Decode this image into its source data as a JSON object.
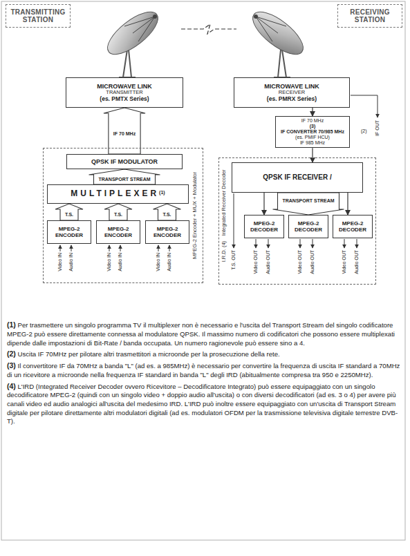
{
  "diagram": {
    "nodes": [
      {
        "text": [
          "TRANSMITTING STATION"
        ]
      },
      {
        "text": [
          "RECEIVING STATION"
        ]
      },
      {
        "text": [
          "MICROWAVE LINK",
          "TRANSMITTER",
          "(es. PMTX Series)"
        ]
      },
      {
        "text": [
          "MPEG-2 Encoder + MUX + Modulator"
        ]
      },
      {
        "text": [
          "QPSK IF MODULATOR"
        ],
        "in": 3
      },
      {
        "text": [
          "MULTIPLEXER",
          "(1)"
        ],
        "in": 3
      },
      {
        "text": [
          "MPEG-2 ENCODER"
        ],
        "in": 3
      },
      {
        "text": [
          "MPEG-2 ENCODER"
        ],
        "in": 3
      },
      {
        "text": [
          "MPEG-2 ENCODER"
        ],
        "in": 3
      },
      {
        "text": [
          "MICROWAVE LINK",
          "RECEIVER",
          "(es. PMRX Series)"
        ]
      },
      {
        "text": [
          "IF 70 MHz",
          "(3)",
          "IF CONVERTER 70/985 MHz",
          "(es. PMIF HCU)",
          "IF 985 MHz"
        ]
      },
      {
        "text": [
          "I.R.D. (4)",
          "Integrated Receiver Decoder"
        ]
      },
      {
        "text": [
          "QPSK IF RECEIVER /"
        ],
        "in": 11
      },
      {
        "text": [
          "MPEG-2 DECODER"
        ],
        "in": 11
      },
      {
        "text": [
          "MPEG-2 DECODER"
        ],
        "in": 11
      },
      {
        "text": [
          "MPEG-2 DECODER"
        ],
        "in": 11
      }
    ],
    "edges": [
      {
        "from": 4,
        "to": 2,
        "arrow": "to",
        "label": "IF 70 MHz"
      },
      {
        "from": 5,
        "to": 4,
        "arrow": "to",
        "label": "TRANSPORT STREAM"
      },
      {
        "from": 6,
        "to": 5,
        "arrow": "to",
        "label": "T.S."
      },
      {
        "from": 7,
        "to": 5,
        "arrow": "to",
        "label": "T.S."
      },
      {
        "from": 8,
        "to": 5,
        "arrow": "to",
        "label": "T.S."
      },
      {
        "from": 9,
        "to": 10,
        "arrow": "to"
      },
      {
        "from": 10,
        "to": 12,
        "arrow": "to"
      },
      {
        "from": 12,
        "to": 13,
        "arrow": "to"
      },
      {
        "from": 12,
        "to": 14,
        "arrow": "to",
        "label": "TRANSPORT STREAM"
      },
      {
        "from": 12,
        "to": 15,
        "arrow": "to"
      }
    ],
    "labels": [
      "Video IN",
      "Audio IN",
      "Video IN",
      "Audio IN",
      "Video IN",
      "Audio IN",
      "T.S. OUT",
      "Video OUT",
      "Audio OUT",
      "Video OUT",
      "Audio OUT",
      "Video OUT",
      "Audio OUT",
      "(2)",
      "IF OUT",
      "(1)",
      "Per trasmettere un singolo programma TV il multiplexer non è necessario e l'uscita del Transport Stream del singolo codificatore MPEG-2 può essere direttamente connessa al modulatore QPSK. Il massimo numero di codificatori che possono essere multiplexati dipende dalle impostazioni di Bit-Rate / banda occupata. Un numero ragionevole può essere sino a 4.",
      "(2)",
      "Uscita IF 70MHz per pilotare altri trasmettitori a microonde per la prosecuzione della rete.",
      "(3)",
      "Il convertitore IF da 70MHz a banda \"L\" (ad es. a 985MHz) è necessario per convertire la frequenza di uscita IF standard a 70MHz di un ricevitore a microonde nella frequenza IF standard in banda \"L\" degli IRD (abitualmente compresa tra 950 e 2250MHz).",
      "(4)",
      "L'IRD (Integrated Receiver Decoder ovvero Ricevitore – Decodificatore Integrato) può essere equipaggiato con un singolo decodificatore MPEG-2 (quindi con un singolo video + doppio audio all'uscita) o con diversi decodificatori (ad es. 3 o 4) per avere più canali video ed audio analogici all'uscita del medesimo IRD. L'IRD può inoltre essere equipaggiato con un'uscita di Transport Stream digitale per pilotare direttamente altri modulatori digitali (ad es. modulatori OFDM per la trasmissione televisiva digitale terrestre DVB-T)."
    ]
  }
}
